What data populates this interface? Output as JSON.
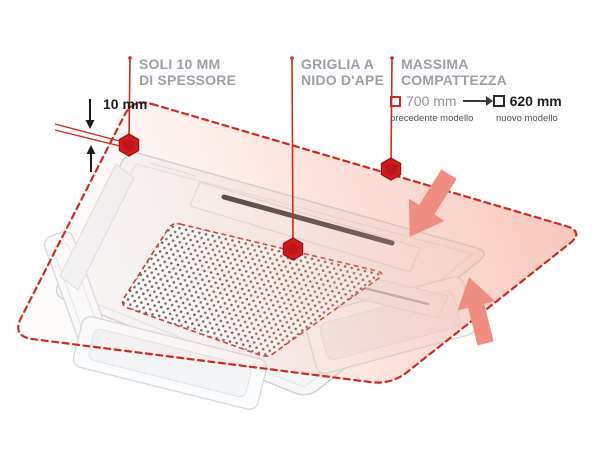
{
  "annotations": {
    "thickness": {
      "label": "SOLI 10 MM\nDI SPESSORE"
    },
    "grille": {
      "label": "GRIGLIA A\nNIDO D'APE"
    },
    "compactness": {
      "label": "MASSIMA\nCOMPATTEZZA"
    }
  },
  "measurement": {
    "value": "10 mm"
  },
  "legend": {
    "old_model": {
      "value": "700 mm",
      "caption": "precedente modello"
    },
    "new_model": {
      "value": "620 mm",
      "caption": "nuovo modello"
    }
  },
  "icons": {
    "marker": "hex-marker-icon",
    "old_outline": "dashed-square-icon",
    "new_outline": "square-outline-icon",
    "size_reduction": "block-arrow-icon"
  },
  "colors": {
    "accent_red": "#cf2a1f",
    "marker_red": "#d2191c",
    "old_model_pink": "#f2a18c",
    "arrow_salmon": "#ef8d80",
    "label_gray": "#9aa0a6",
    "text_dark": "#1d1d1f"
  }
}
